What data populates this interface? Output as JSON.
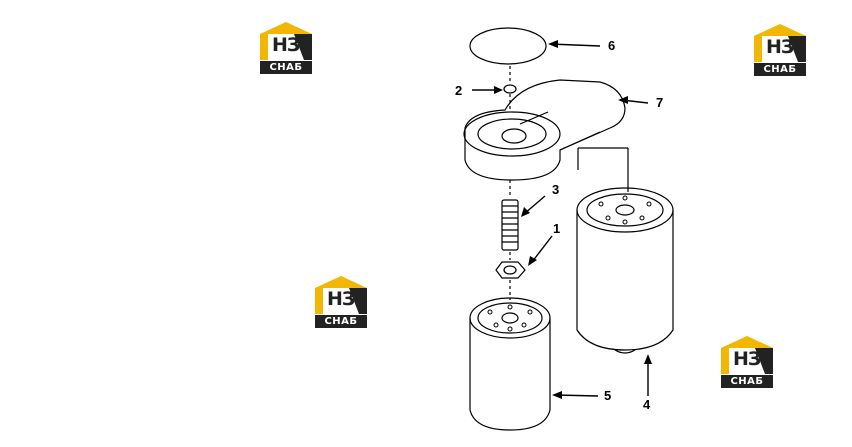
{
  "diagram": {
    "callouts": [
      {
        "id": "1",
        "label": "1"
      },
      {
        "id": "2",
        "label": "2"
      },
      {
        "id": "3",
        "label": "3"
      },
      {
        "id": "4",
        "label": "4"
      },
      {
        "id": "5",
        "label": "5"
      },
      {
        "id": "6",
        "label": "6"
      },
      {
        "id": "7",
        "label": "7"
      }
    ]
  },
  "logos": [
    {
      "mark": "НЗ",
      "word": "СНАБ"
    },
    {
      "mark": "НЗ",
      "word": "СНАБ"
    },
    {
      "mark": "НЗ",
      "word": "СНАБ"
    },
    {
      "mark": "НЗ",
      "word": "СНАБ"
    }
  ],
  "colors": {
    "logo_yellow": "#f2b705",
    "logo_dark": "#222222",
    "line": "#000000"
  }
}
